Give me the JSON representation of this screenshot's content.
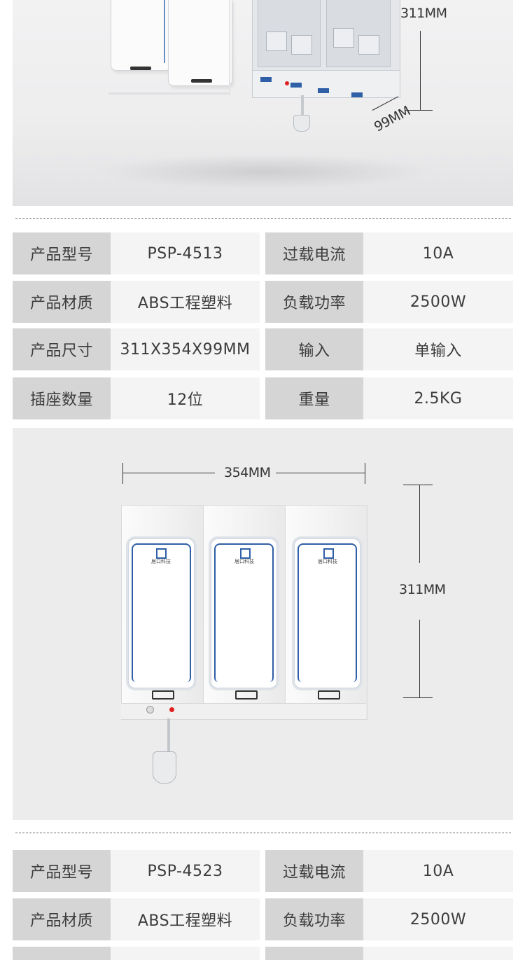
{
  "top_figure": {
    "height_dim": "311MM",
    "depth_dim": "99MM"
  },
  "spec_table_1": {
    "rows": [
      {
        "label1": "产品型号",
        "value1": "PSP-4513",
        "label2": "过载电流",
        "value2": "10A"
      },
      {
        "label1": "产品材质",
        "value1": "ABS工程塑料",
        "label2": "负载功率",
        "value2": "2500W"
      },
      {
        "label1": "产品尺寸",
        "value1": "311X354X99MM",
        "label2": "输入",
        "value2": "单输入"
      },
      {
        "label1": "插座数量",
        "value1": "12位",
        "label2": "重量",
        "value2": "2.5KG"
      }
    ]
  },
  "mid_figure": {
    "width_dim": "354MM",
    "height_dim": "311MM",
    "cover_logo_text": "居口科技"
  },
  "spec_table_2": {
    "rows": [
      {
        "label1": "产品型号",
        "value1": "PSP-4523",
        "label2": "过载电流",
        "value2": "10A"
      },
      {
        "label1": "产品材质",
        "value1": "ABS工程塑料",
        "label2": "负载功率",
        "value2": "2500W"
      },
      {
        "label1": "",
        "value1": "",
        "label2": "",
        "value2": ""
      }
    ]
  },
  "colors": {
    "accent_blue": "#2f5fa6",
    "label_bg": "#d5d5d6",
    "value_bg": "#f4f4f4",
    "indicator_red": "#e02020"
  }
}
